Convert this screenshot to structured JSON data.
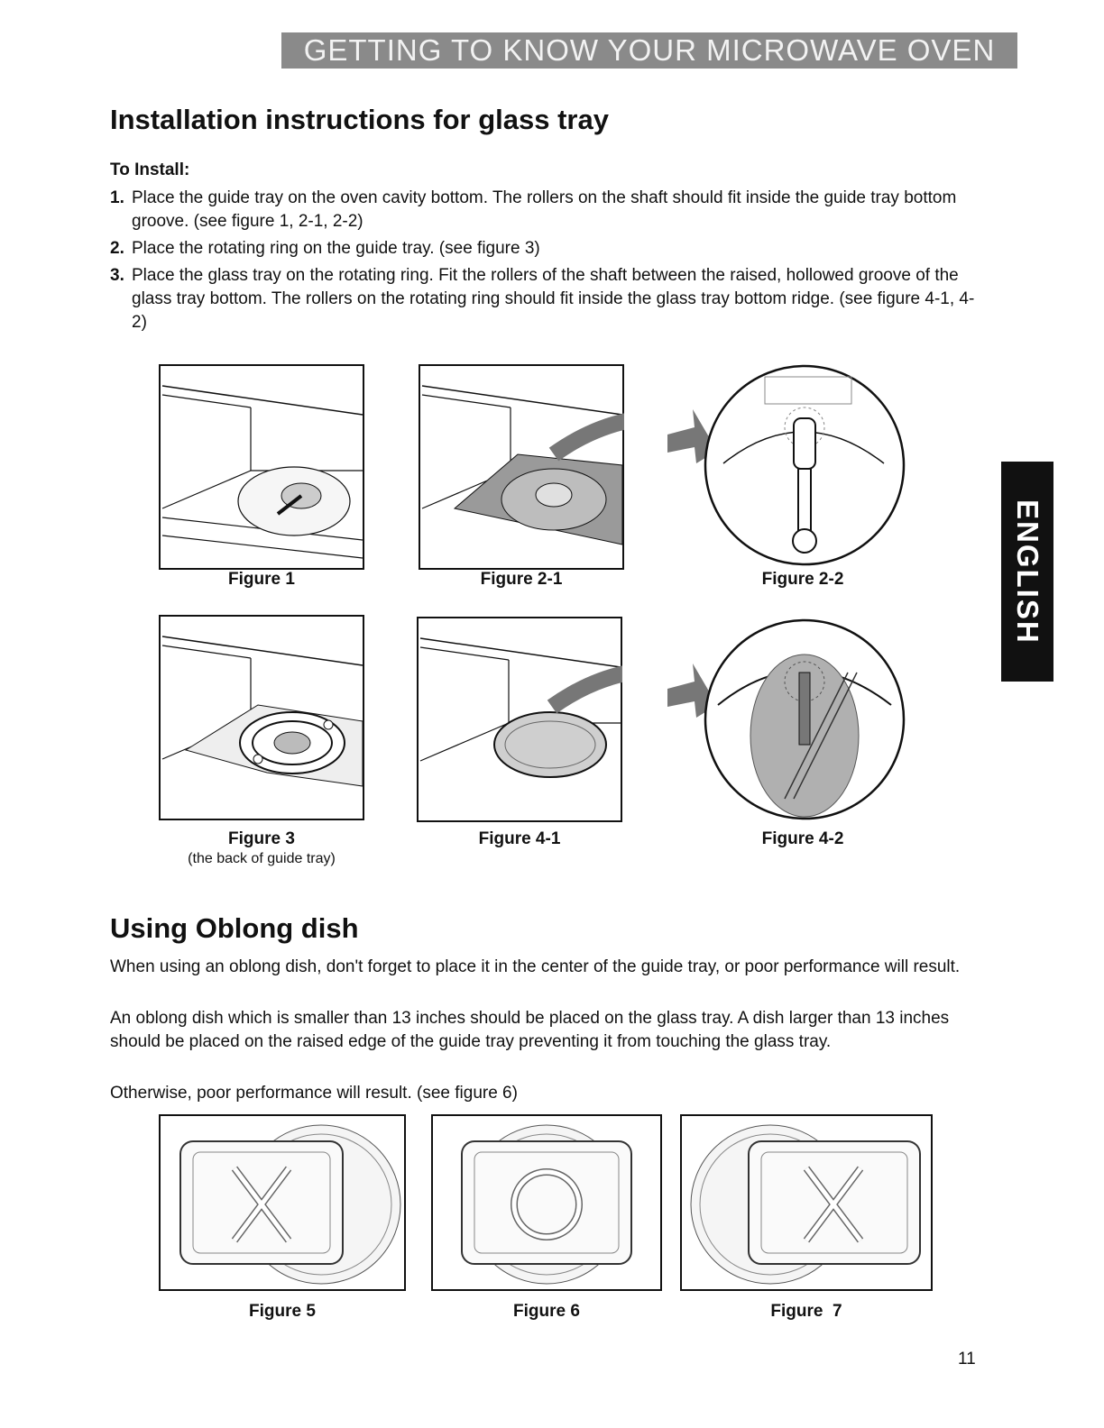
{
  "header": {
    "banner": "Getting to know your microwave oven"
  },
  "side_tab": {
    "label": "ENGLISH"
  },
  "install": {
    "title": "Installation instructions for glass tray",
    "subtitle": "To Install:",
    "steps": [
      {
        "num": "1.",
        "text": "Place the guide tray on the oven cavity bottom. The rollers on the shaft should fit inside the guide tray bottom groove. (see figure 1, 2-1, 2-2)"
      },
      {
        "num": "2.",
        "text": "Place the rotating ring on the guide tray. (see figure 3)"
      },
      {
        "num": "3.",
        "text": "Place the glass tray on the rotating ring. Fit the rollers of the shaft between the raised, hollowed groove of the glass tray bottom. The rollers on the rotating ring should fit inside the glass tray bottom ridge. (see figure 4-1, 4-2)"
      }
    ]
  },
  "figures": {
    "fig1": "Figure 1",
    "fig2_1": "Figure 2-1",
    "fig2_2": "Figure 2-2",
    "fig3": "Figure 3",
    "fig3_note": "(the back of guide tray)",
    "fig4_1": "Figure 4-1",
    "fig4_2": "Figure 4-2",
    "fig5": "Figure 5",
    "fig6": "Figure 6",
    "fig7": "Figure  7"
  },
  "oblong": {
    "title": "Using Oblong dish",
    "paragraphs": [
      "When using an oblong dish, don't forget to place it in the center of the guide tray, or poor performance will result.",
      "An oblong dish which is smaller than 13 inches should be placed on the glass tray. A dish larger than 13 inches should be placed on the raised edge of the guide tray preventing it from touching the glass tray.",
      "Otherwise, poor performance will result. (see figure 6)"
    ]
  },
  "page_number": "11"
}
